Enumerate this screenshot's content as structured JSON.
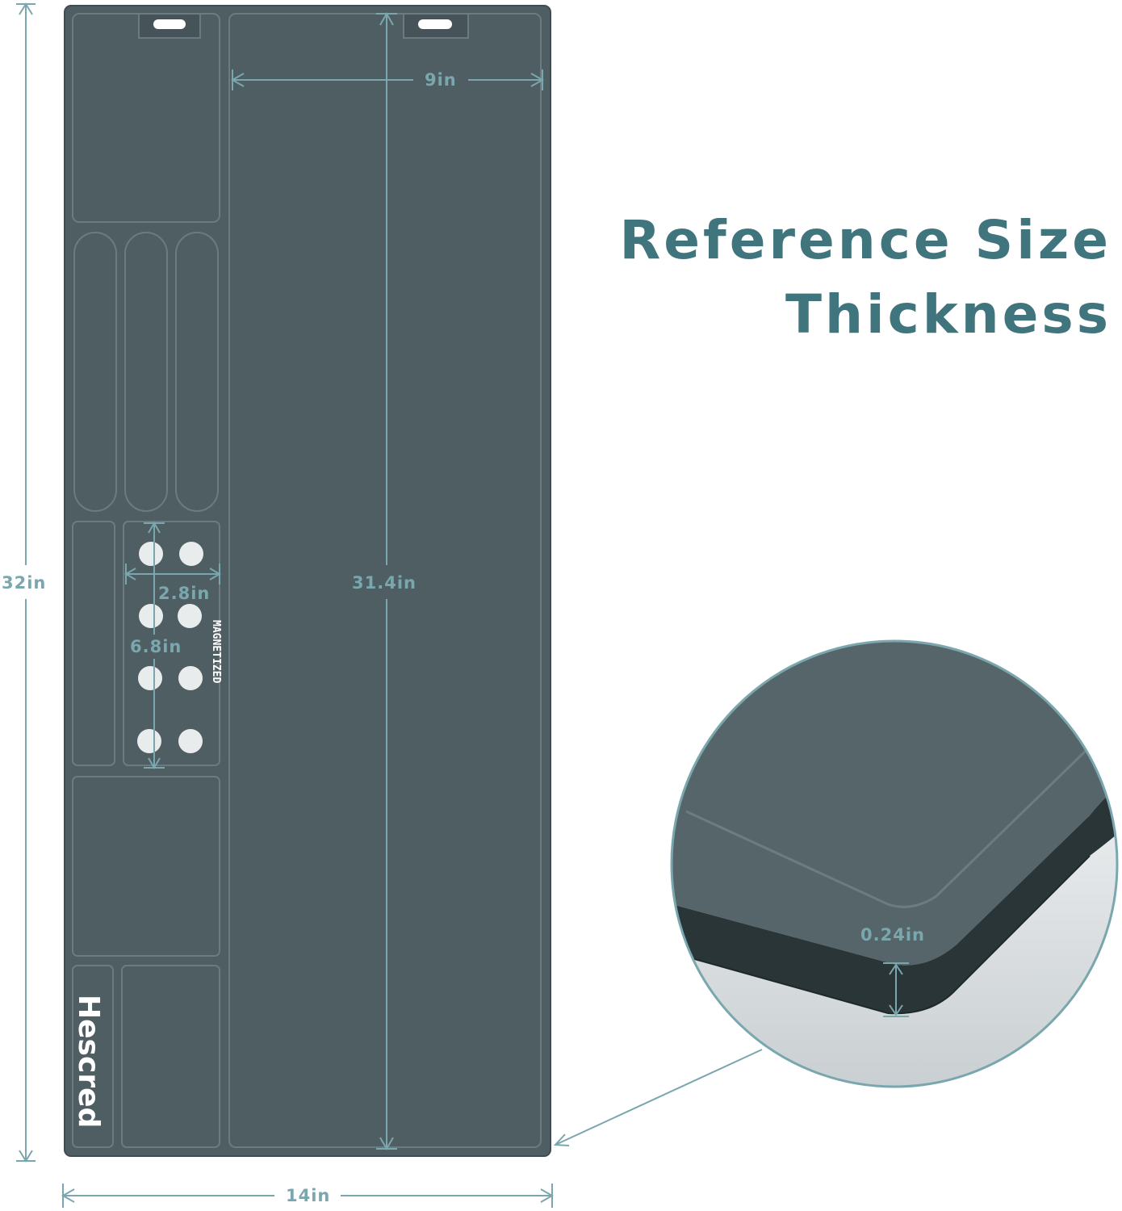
{
  "heading": {
    "line1": "Reference Size",
    "line2": "Thickness"
  },
  "dimensions": {
    "overall_height": "32in",
    "overall_width": "14in",
    "main_tray_width": "9in",
    "main_tray_height": "31.4in",
    "magnet_width": "2.8in",
    "magnet_height": "6.8in",
    "thickness": "0.24in"
  },
  "brand": "Hescred",
  "magnet_label": "MAGNETIZED",
  "colors": {
    "mat": "#4f5e63",
    "mat_edge": "#3d4a4f",
    "accent": "#7aa7ae",
    "heading": "#41757e"
  }
}
